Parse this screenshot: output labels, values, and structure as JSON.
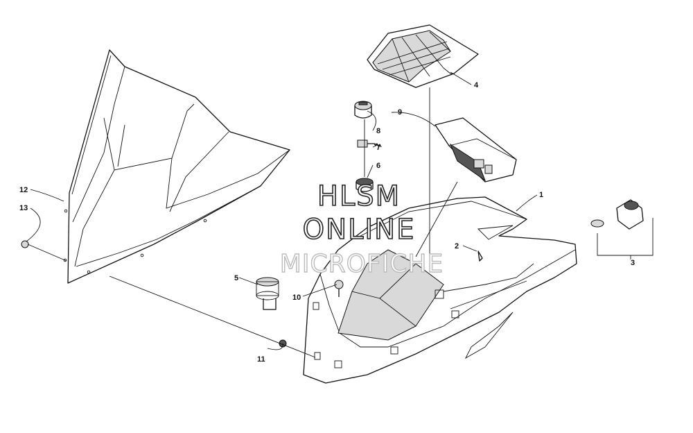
{
  "watermark": {
    "line1": "HLSM",
    "line2": "ONLINE",
    "line3": "MICROFICHE"
  },
  "callouts": [
    {
      "id": "1",
      "label": "1"
    },
    {
      "id": "2",
      "label": "2"
    },
    {
      "id": "3",
      "label": "3"
    },
    {
      "id": "4",
      "label": "4"
    },
    {
      "id": "5",
      "label": "5"
    },
    {
      "id": "6",
      "label": "6"
    },
    {
      "id": "7",
      "label": "7"
    },
    {
      "id": "8",
      "label": "8"
    },
    {
      "id": "9",
      "label": "9"
    },
    {
      "id": "10",
      "label": "10"
    },
    {
      "id": "11",
      "label": "11"
    },
    {
      "id": "12",
      "label": "12"
    },
    {
      "id": "13",
      "label": "13"
    }
  ],
  "colors": {
    "line": "#111111",
    "shade": "#d9d9d9",
    "background": "#ffffff"
  }
}
